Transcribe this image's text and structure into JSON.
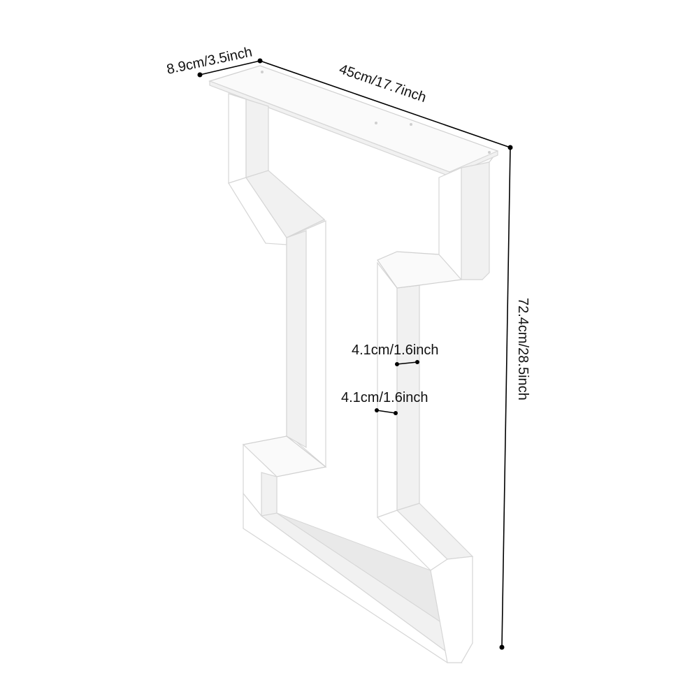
{
  "figure": {
    "product": "zigzag metal table leg",
    "color": "#ffffff"
  },
  "dimensions": {
    "depth_label": "8.9cm/3.5inch",
    "width_label": "45cm/17.7inch",
    "height_label": "72.4cm/28.5inch",
    "tube_width_label": "4.1cm/1.6inch",
    "tube_depth_label": "4.1cm/1.6inch"
  }
}
